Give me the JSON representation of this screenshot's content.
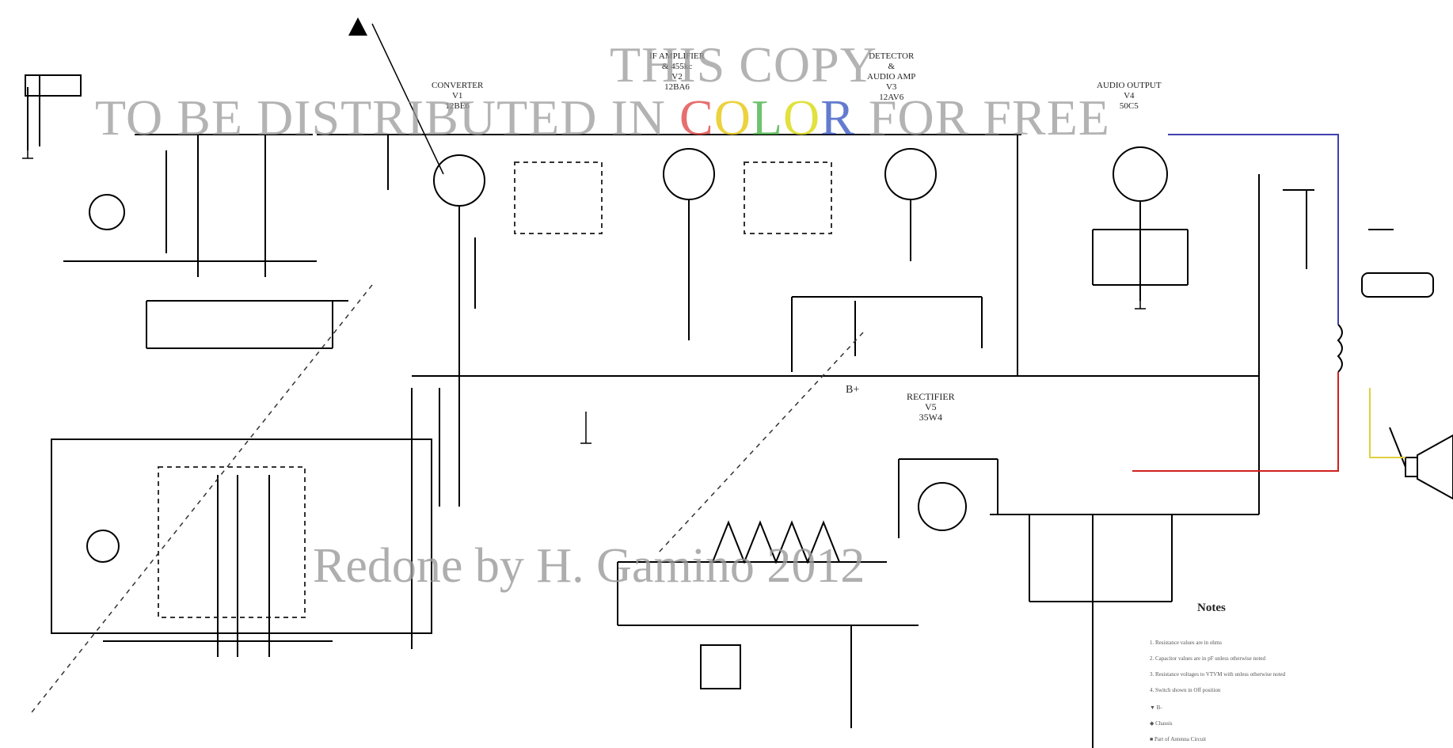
{
  "watermark": {
    "line1": "THIS COPY",
    "line2_pre": "TO BE DISTRIBUTED IN ",
    "line2_color_letters": [
      "C",
      "O",
      "L",
      "O",
      "R"
    ],
    "line2_post": " FOR FREE",
    "credit": "Redone  by H. Gamino 2012"
  },
  "letter_colors": [
    "#e04040",
    "#e6c300",
    "#3fae3f",
    "#d8d800",
    "#3050c0"
  ],
  "stages": {
    "converter": {
      "title": "CONVERTER",
      "ref": "V1",
      "tube": "12BE6"
    },
    "if_amp": {
      "title": "IF AMPLIFIER",
      "sub": "& 455kc",
      "ref": "V2",
      "tube": "12BA6"
    },
    "detector": {
      "title": "DETECTOR",
      "sub1": "&",
      "sub2": "AUDIO AMP",
      "ref": "V3",
      "tube": "12AV6"
    },
    "audio_output": {
      "title": "AUDIO OUTPUT",
      "ref": "V4",
      "tube": "50C5"
    },
    "rectifier": {
      "title": "RECTIFIER",
      "ref": "V5",
      "tube": "35W4"
    }
  },
  "bplus": "B+",
  "notes": {
    "title": "Notes",
    "items": [
      "1. Resistance values are in ohms",
      "2. Capacitor values are in pF unless otherwise noted",
      "3. Resistance voltages to VTVM with unless otherwise noted",
      "4. Switch shown in Off position",
      "▼  B-",
      "◆  Chassis",
      "■  Part of Antenna Circuit"
    ]
  },
  "colors": {
    "wire": "#000000",
    "dashed": "#333333",
    "blue_wire": "#4040b0",
    "red_wire": "#d02020",
    "yellow_wire": "#e0d040",
    "watermark_gray": "#9a9a9a"
  }
}
